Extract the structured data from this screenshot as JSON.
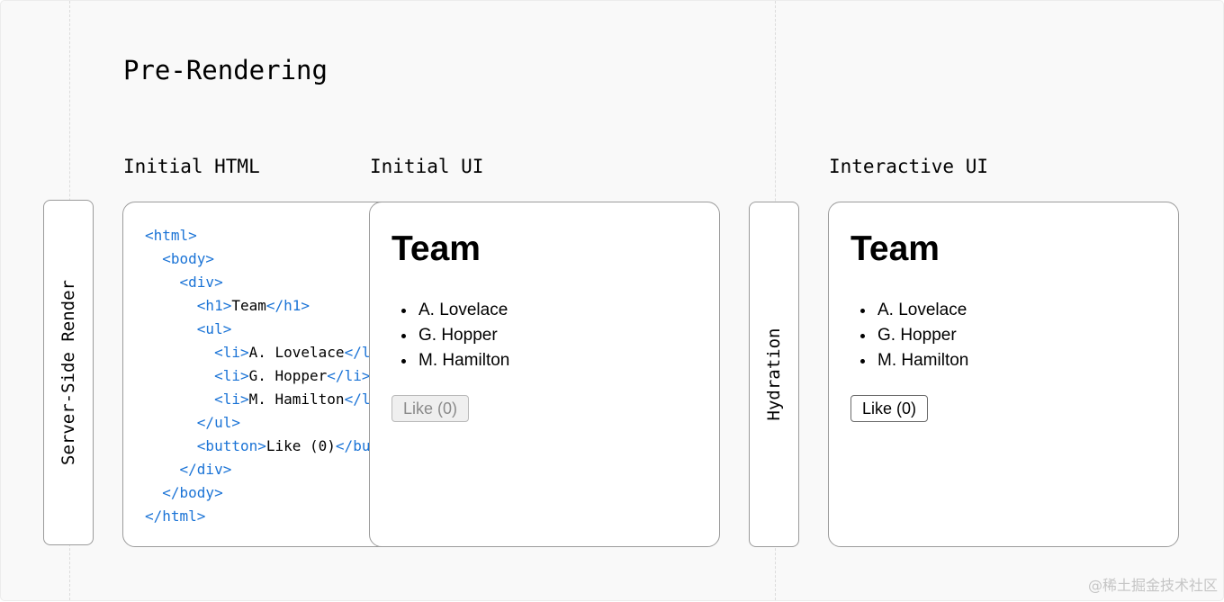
{
  "title": "Pre-Rendering",
  "labels": {
    "initial_html": "Initial HTML",
    "initial_ui": "Initial UI",
    "interactive_ui": "Interactive UI"
  },
  "steps": {
    "server_render": "Server-Side Render",
    "hydration": "Hydration"
  },
  "code_lines": [
    {
      "indent": "",
      "tag_open": "<html>",
      "text": "",
      "tag_close": ""
    },
    {
      "indent": "  ",
      "tag_open": "<body>",
      "text": "",
      "tag_close": ""
    },
    {
      "indent": "    ",
      "tag_open": "<div>",
      "text": "",
      "tag_close": ""
    },
    {
      "indent": "      ",
      "tag_open": "<h1>",
      "text": "Team",
      "tag_close": "</h1>"
    },
    {
      "indent": "      ",
      "tag_open": "<ul>",
      "text": "",
      "tag_close": ""
    },
    {
      "indent": "        ",
      "tag_open": "<li>",
      "text": "A. Lovelace",
      "tag_close": "</li>"
    },
    {
      "indent": "        ",
      "tag_open": "<li>",
      "text": "G. Hopper",
      "tag_close": "</li>"
    },
    {
      "indent": "        ",
      "tag_open": "<li>",
      "text": "M. Hamilton",
      "tag_close": "</li>"
    },
    {
      "indent": "      ",
      "tag_open": "</ul>",
      "text": "",
      "tag_close": ""
    },
    {
      "indent": "      ",
      "tag_open": "<button>",
      "text": "Like (0)",
      "tag_close": "</button>"
    },
    {
      "indent": "    ",
      "tag_open": "</div>",
      "text": "",
      "tag_close": ""
    },
    {
      "indent": "  ",
      "tag_open": "</body>",
      "text": "",
      "tag_close": ""
    },
    {
      "indent": "",
      "tag_open": "</html>",
      "text": "",
      "tag_close": ""
    }
  ],
  "initial_ui": {
    "heading": "Team",
    "members": [
      "A. Lovelace",
      "G. Hopper",
      "M. Hamilton"
    ],
    "button_label": "Like (0)"
  },
  "interactive_ui": {
    "heading": "Team",
    "members": [
      "A. Lovelace",
      "G. Hopper",
      "M. Hamilton"
    ],
    "button_label": "Like (0)"
  },
  "watermark": "@稀土掘金技术社区",
  "colors": {
    "tag": "#1a73d6",
    "border": "#9b9b9b",
    "background": "#f9f9f9"
  }
}
